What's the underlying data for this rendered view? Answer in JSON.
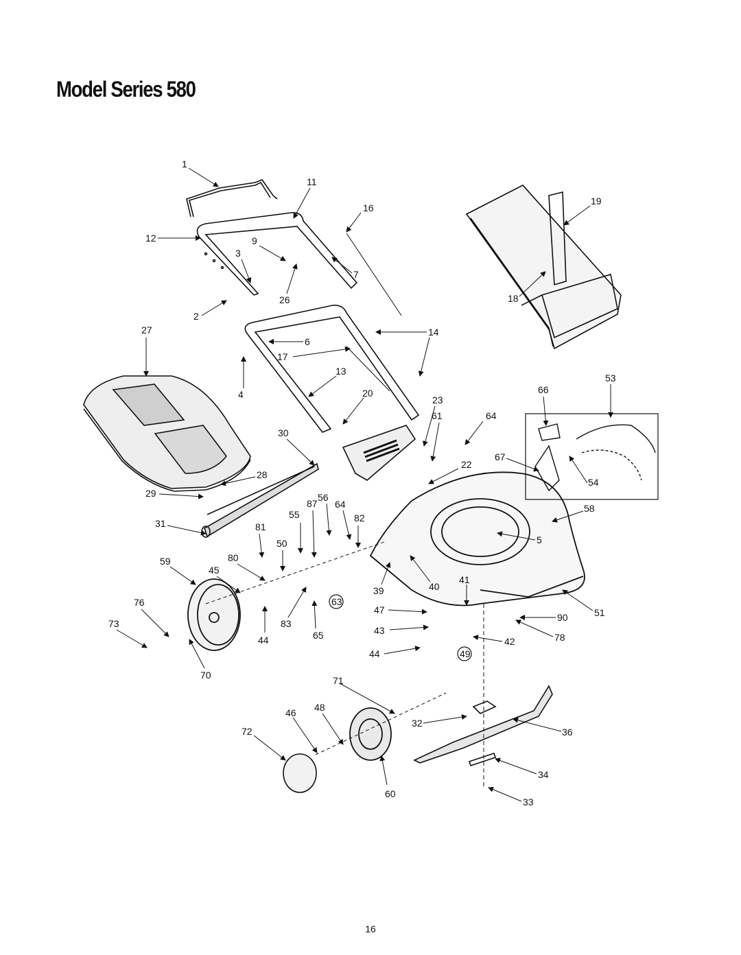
{
  "page": {
    "title": "Model Series 580",
    "page_number": "16"
  },
  "callouts": [
    "1",
    "2",
    "3",
    "4",
    "5",
    "6",
    "7",
    "9",
    "11",
    "12",
    "13",
    "14",
    "16",
    "17",
    "18",
    "19",
    "20",
    "22",
    "23",
    "26",
    "27",
    "28",
    "29",
    "30",
    "31",
    "32",
    "33",
    "34",
    "36",
    "39",
    "40",
    "41",
    "42",
    "43",
    "44",
    "44",
    "45",
    "46",
    "47",
    "48",
    "49",
    "50",
    "51",
    "53",
    "54",
    "55",
    "56",
    "58",
    "59",
    "60",
    "61",
    "63",
    "64",
    "64",
    "65",
    "66",
    "67",
    "70",
    "71",
    "72",
    "73",
    "76",
    "78",
    "80",
    "81",
    "82",
    "83",
    "87",
    "90"
  ],
  "circled_callouts": [
    "63",
    "49"
  ]
}
